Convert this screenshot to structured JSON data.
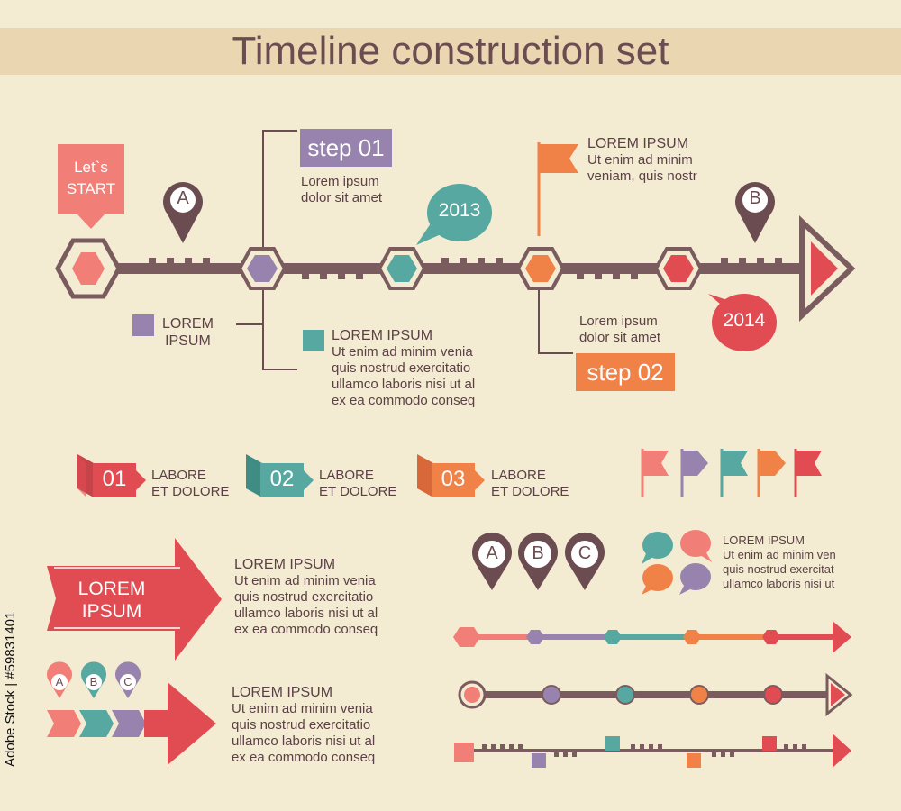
{
  "title": "Timeline construction set",
  "colors": {
    "background": "#f4ebd3",
    "brown": "#6b4d51",
    "red": "#e14c52",
    "pink": "#f27e78",
    "purple": "#9783ad",
    "teal": "#56a8a0",
    "orange": "#f08247"
  },
  "main_timeline": {
    "start_label_line1": "Let`s",
    "start_label_line2": "START",
    "pin_a": "A",
    "pin_b": "B",
    "step1": {
      "label": "step 01",
      "text_line1": "Lorem ipsum",
      "text_line2": "dolor sit amet"
    },
    "bubble_2013": "2013",
    "flag_block": {
      "heading": "LOREM IPSUM",
      "line1": "Ut enim ad minim",
      "line2": "veniam, quis nostr"
    },
    "lorem_left": {
      "line1": "LOREM",
      "line2": "IPSUM"
    },
    "lorem_mid": {
      "heading": "LOREM IPSUM",
      "line1": "Ut enim ad minim venia",
      "line2": "quis nostrud exercitatio",
      "line3": "ullamco laboris nisi ut al",
      "line4": "ex ea commodo conseq"
    },
    "step2": {
      "label": "step 02",
      "text_line1": "Lorem ipsum",
      "text_line2": "dolor sit amet"
    },
    "bubble_2014": "2014"
  },
  "numbered_items": [
    {
      "num": "01",
      "line1": "LABORE",
      "line2": "ET DOLORE"
    },
    {
      "num": "02",
      "line1": "LABORE",
      "line2": "ET DOLORE"
    },
    {
      "num": "03",
      "line1": "LABORE",
      "line2": "ET DOLORE"
    }
  ],
  "big_arrow": {
    "label_line1": "LOREM",
    "label_line2": "IPSUM",
    "heading": "LOREM IPSUM",
    "line1": "Ut enim ad minim venia",
    "line2": "quis nostrud exercitatio",
    "line3": "ullamco laboris nisi ut al",
    "line4": "ex ea commodo conseq"
  },
  "small_pins": [
    "A",
    "B",
    "C"
  ],
  "arrow2_block": {
    "heading": "LOREM IPSUM",
    "line1": "Ut enim ad minim venia",
    "line2": "quis nostrud exercitatio",
    "line3": "ullamco laboris nisi ut al",
    "line4": "ex ea commodo conseq"
  },
  "big_pins": [
    "A",
    "B",
    "C"
  ],
  "bubbles_block": {
    "heading": "LOREM IPSUM",
    "line1": "Ut enim ad minim ven",
    "line2": "quis nostrud exercitat",
    "line3": "ullamco laboris nisi ut"
  },
  "watermark": "Adobe Stock | #59831401"
}
